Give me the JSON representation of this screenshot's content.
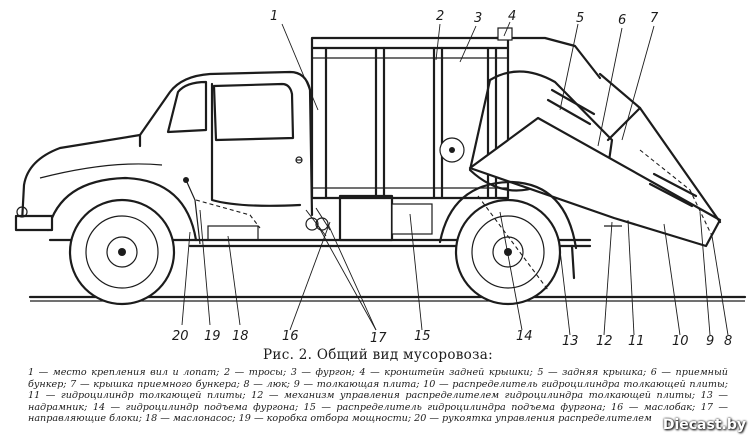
{
  "callouts": [
    {
      "id": "c1",
      "label": "1"
    },
    {
      "id": "c2",
      "label": "2"
    },
    {
      "id": "c3",
      "label": "3"
    },
    {
      "id": "c4",
      "label": "4"
    },
    {
      "id": "c5",
      "label": "5"
    },
    {
      "id": "c6",
      "label": "6"
    },
    {
      "id": "c7",
      "label": "7"
    },
    {
      "id": "c8",
      "label": "8"
    },
    {
      "id": "c9",
      "label": "9"
    },
    {
      "id": "c10",
      "label": "10"
    },
    {
      "id": "c11",
      "label": "11"
    },
    {
      "id": "c12",
      "label": "12"
    },
    {
      "id": "c13",
      "label": "13"
    },
    {
      "id": "c14",
      "label": "14"
    },
    {
      "id": "c15",
      "label": "15"
    },
    {
      "id": "c16",
      "label": "16"
    },
    {
      "id": "c17",
      "label": "17"
    },
    {
      "id": "c18",
      "label": "18"
    },
    {
      "id": "c19",
      "label": "19"
    },
    {
      "id": "c20",
      "label": "20"
    }
  ],
  "caption": {
    "title": "Рис. 2. Общий вид мусоровоза:",
    "legend": "1 — место крепления вил и лопат; 2 — тросы; 3 — фургон; 4 — кронштейн задней крышки; 5 — задняя крышка; 6 — приемный бункер; 7 — крышка приемного бункера; 8 — люк; 9 — толкающая плита; 10 — распределитель гидроцилиндра толкающей плиты; 11 — гидроцилиндр толкающей плиты; 12 — механизм управления распределителем гидроцилиндра толкающей плиты; 13 — надрамник; 14 — гидроцилиндр подъема фургона; 15 — распределитель гидроцилиндра подъема фургона; 16 — маслобак; 17 — направляющие блоки; 18 — маслонасос; 19 — коробка отбора мощности; 20 — рукоятка управления распределителем"
  },
  "watermark": "Diecast.by"
}
